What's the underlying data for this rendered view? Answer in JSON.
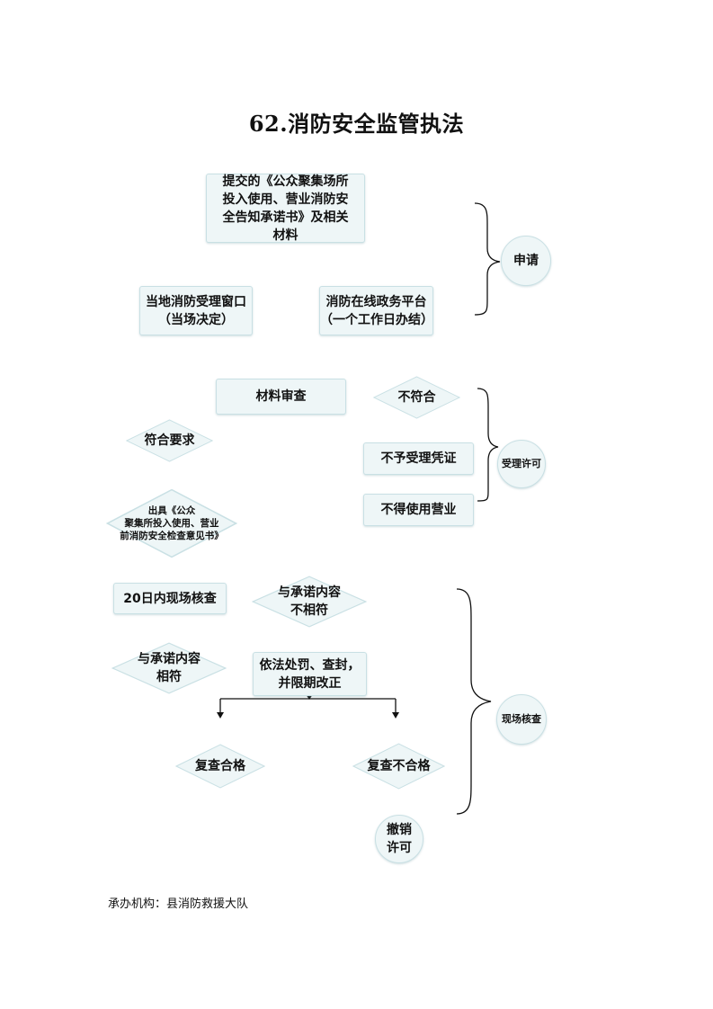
{
  "title": "62.消防安全监管执法",
  "steps": {
    "submit": "提交的《公众聚集场所\n投入使用、营业消防安\n全告知承诺书》及相关\n材料",
    "local_window": "当地消防受理窗口\n（当场决定）",
    "online_platform": "消防在线政务平台\n（一个工作日办结）",
    "review": "材料审查",
    "not_conform": "不符合",
    "conform": "符合要求",
    "reject_certificate": "不予受理凭证",
    "no_use": "不得使用营业",
    "issue_opinion": "出具《公众\n聚集所投入使用、营业\n前消防安全检查意见书》",
    "site_check": "20日内现场核查",
    "mismatch": "与承诺内容\n不相符",
    "match": "与承诺内容\n相符",
    "penalty": "依法处罚、查封，\n并限期改正",
    "recheck_pass": "复查合格",
    "recheck_fail": "复查不合格",
    "revoke": "撤销\n许可"
  },
  "stages": {
    "apply": "申请",
    "accept": "受理许可",
    "onsite": "现场核查"
  },
  "footer": "承办机构：县消防救援大队",
  "colors": {
    "fill": "#eef6f7",
    "border": "#c9e0e4",
    "line": "#111111"
  }
}
